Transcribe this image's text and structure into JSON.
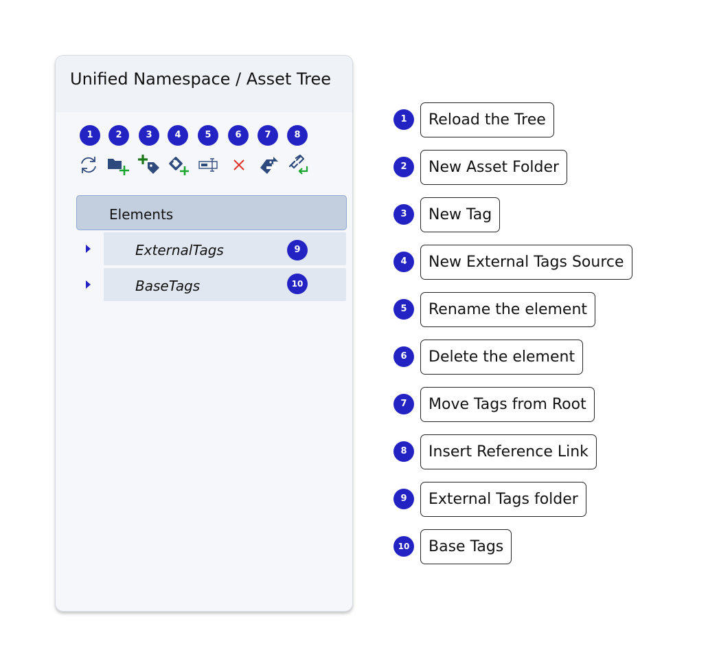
{
  "panel": {
    "title": "Unified Namespace / Asset Tree",
    "toolbar": [
      {
        "number": "1",
        "icon": "reload-icon",
        "label": "Reload the Tree"
      },
      {
        "number": "2",
        "icon": "new-folder-icon",
        "label": "New Asset Folder"
      },
      {
        "number": "3",
        "icon": "new-tag-icon",
        "label": "New Tag"
      },
      {
        "number": "4",
        "icon": "new-external-source-icon",
        "label": "New External Tags Source"
      },
      {
        "number": "5",
        "icon": "rename-icon",
        "label": "Rename the element"
      },
      {
        "number": "6",
        "icon": "delete-icon",
        "label": "Delete the element"
      },
      {
        "number": "7",
        "icon": "move-tags-icon",
        "label": "Move Tags from Root"
      },
      {
        "number": "8",
        "icon": "insert-link-icon",
        "label": "Insert Reference Link"
      }
    ],
    "tree": {
      "root_label": "Elements",
      "items": [
        {
          "label": "ExternalTags",
          "badge": "9"
        },
        {
          "label": "BaseTags",
          "badge": "10"
        }
      ]
    }
  },
  "legend": [
    {
      "number": "1",
      "label": "Reload the Tree"
    },
    {
      "number": "2",
      "label": "New Asset Folder"
    },
    {
      "number": "3",
      "label": "New Tag"
    },
    {
      "number": "4",
      "label": "New External Tags Source"
    },
    {
      "number": "5",
      "label": "Rename the element"
    },
    {
      "number": "6",
      "label": "Delete the element"
    },
    {
      "number": "7",
      "label": "Move Tags from Root"
    },
    {
      "number": "8",
      "label": "Insert Reference Link"
    },
    {
      "number": "9",
      "label": "External Tags folder"
    },
    {
      "number": "10",
      "label": "Base Tags"
    }
  ],
  "colors": {
    "badge": "#2323c4",
    "icon_blue": "#2e4a7c",
    "icon_green": "#1aa52f",
    "icon_dark_green": "#1a7a1a",
    "delete_red": "#e0302b",
    "selected_row": "#c3cfdf",
    "tree_item_bg": "#e0e7f1"
  }
}
